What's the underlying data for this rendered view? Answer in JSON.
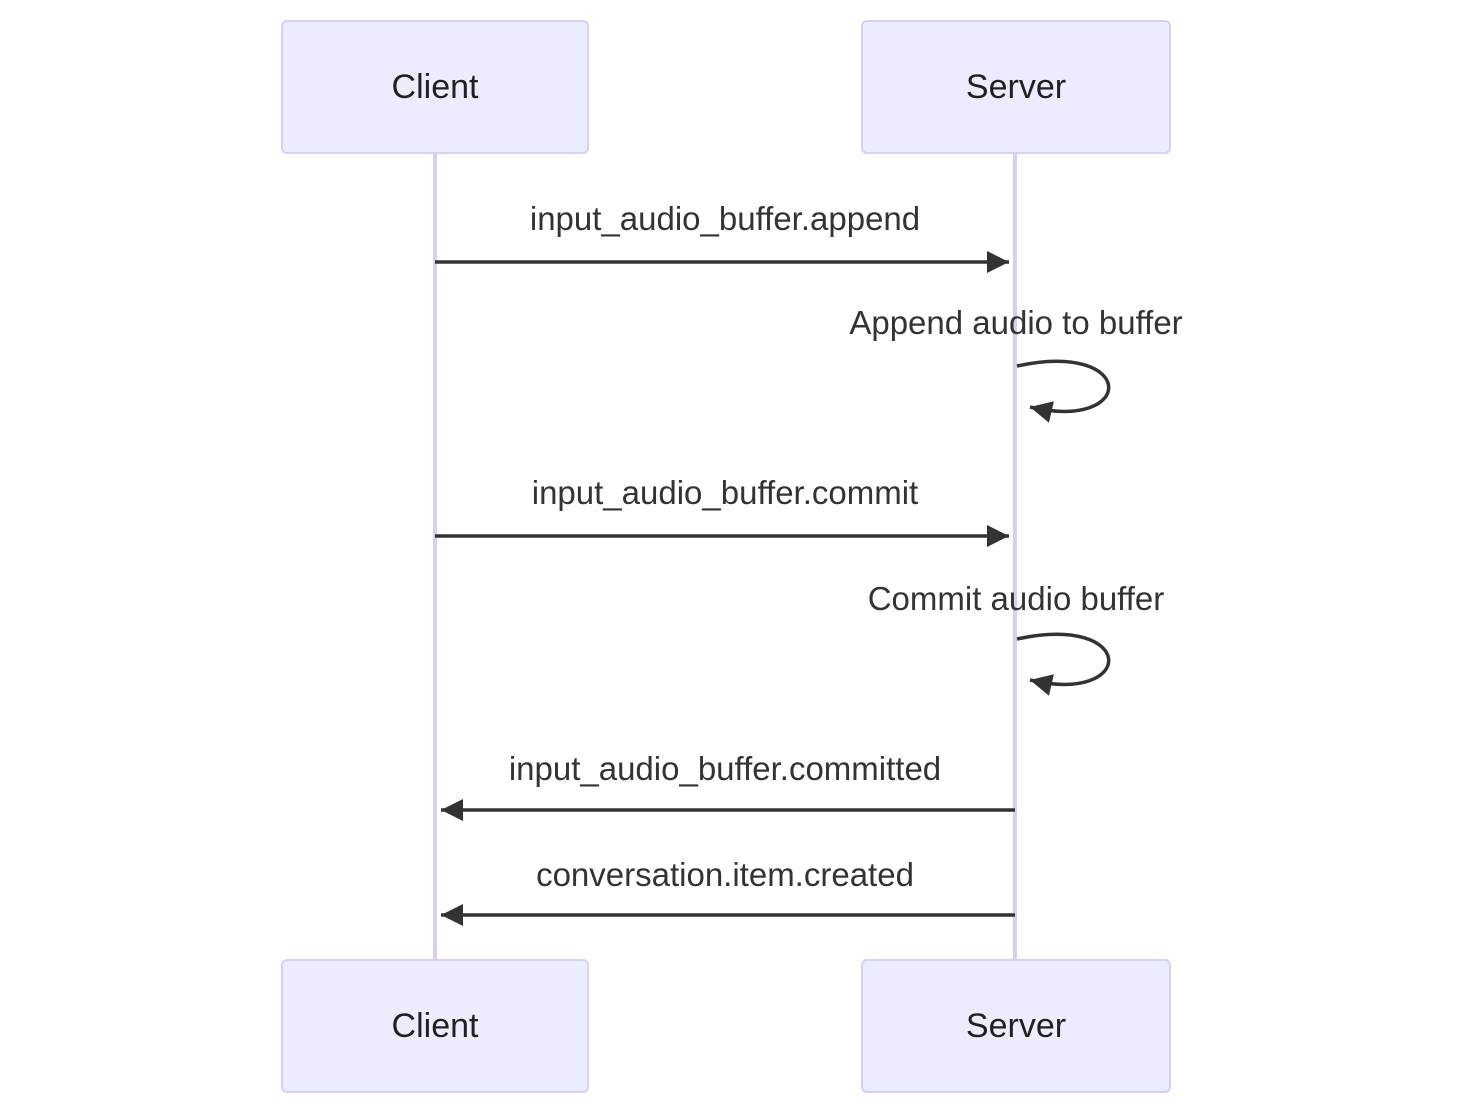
{
  "diagram_type": "sequence",
  "colors": {
    "background": "#FFFFFF",
    "actor_fill": "#ECECFF",
    "actor_border": "#D9CEF3",
    "lifeline": "#D9CEF1",
    "arrow": "#333333",
    "message_text": "#333333",
    "actor_text": "#1F2020"
  },
  "actors": [
    {
      "id": "client",
      "label": "Client"
    },
    {
      "id": "server",
      "label": "Server"
    }
  ],
  "messages": [
    {
      "label": "input_audio_buffer.append",
      "from": "Client",
      "to": "Server",
      "type": "solid-arrow-right"
    },
    {
      "label": "Append audio to buffer",
      "from": "Server",
      "to": "Server",
      "type": "self-loop"
    },
    {
      "label": "input_audio_buffer.commit",
      "from": "Client",
      "to": "Server",
      "type": "solid-arrow-right"
    },
    {
      "label": "Commit audio buffer",
      "from": "Server",
      "to": "Server",
      "type": "self-loop"
    },
    {
      "label": "input_audio_buffer.committed",
      "from": "Server",
      "to": "Client",
      "type": "solid-arrow-left"
    },
    {
      "label": "conversation.item.created",
      "from": "Server",
      "to": "Client",
      "type": "solid-arrow-left"
    }
  ]
}
